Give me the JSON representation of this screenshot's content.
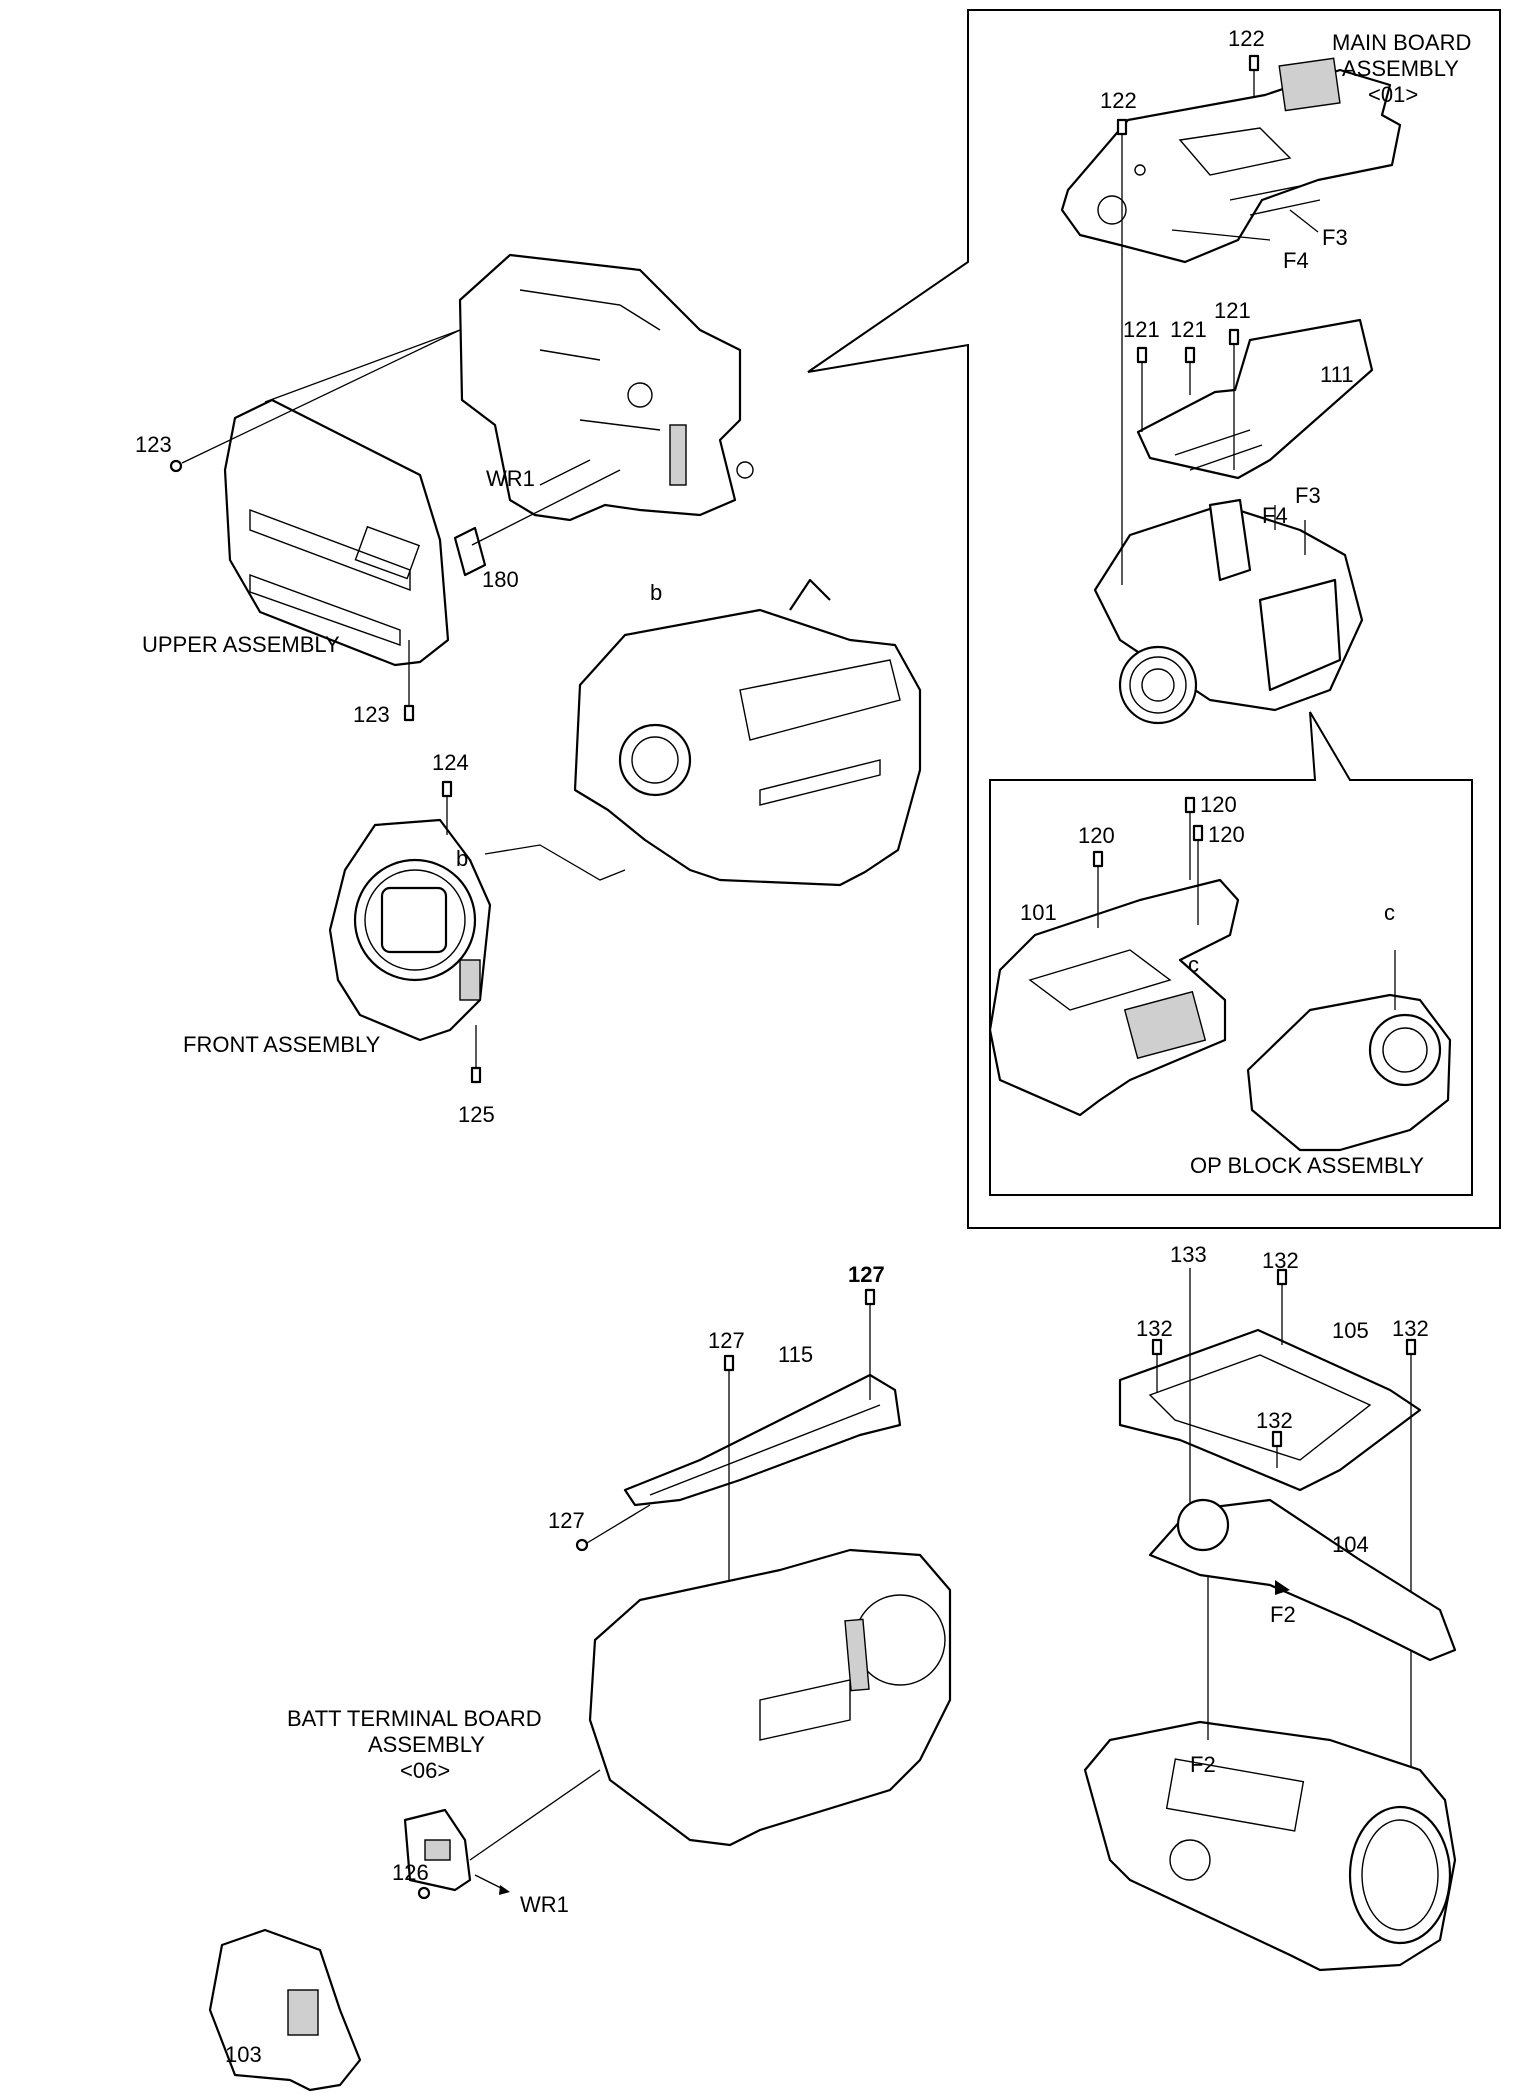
{
  "labels": {
    "main_board_assembly_1": "MAIN BOARD",
    "main_board_assembly_2": "ASSEMBLY",
    "main_board_assembly_3": "<01>",
    "upper_assembly": "UPPER ASSEMBLY",
    "front_assembly": "FRONT ASSEMBLY",
    "op_block_assembly": "OP BLOCK ASSEMBLY",
    "batt_terminal_1": "BATT  TERMINAL BOARD",
    "batt_terminal_2": "ASSEMBLY",
    "batt_terminal_3": "<06>"
  },
  "part_numbers": {
    "p122_a": "122",
    "p122_b": "122",
    "p121_a": "121",
    "p121_b": "121",
    "p121_c": "121",
    "p111": "111",
    "f3_top": "F3",
    "f4_top": "F4",
    "f3_mid": "F3",
    "f4_mid": "F4",
    "p123_a": "123",
    "p123_b": "123",
    "wr1_top": "WR1",
    "p180": "180",
    "b_top": "b",
    "b_front": "b",
    "p124": "124",
    "p125": "125",
    "p120_a": "120",
    "p120_b": "120",
    "p120_c": "120",
    "p101": "101",
    "c_a": "c",
    "c_b": "c",
    "p127_a": "127",
    "p127_b": "127",
    "p127_c": "127",
    "p115": "115",
    "p133": "133",
    "p132_a": "132",
    "p132_b": "132",
    "p132_c": "132",
    "p132_d": "132",
    "p105": "105",
    "p104": "104",
    "f2_a": "F2",
    "f2_b": "F2",
    "p126": "126",
    "wr1_bottom": "WR1",
    "p103": "103"
  }
}
